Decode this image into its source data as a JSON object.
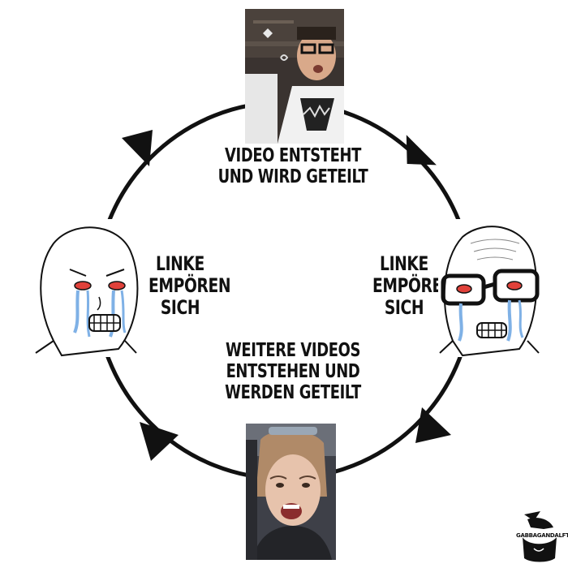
{
  "diagram": {
    "top_label": [
      "VIDEO ENTSTEHT",
      "UND WIRD GETEILT"
    ],
    "left_label": [
      "LINKE",
      "EMPÖREN",
      "SICH"
    ],
    "right_label": [
      "LINKE",
      "EMPÖREN",
      "SICH"
    ],
    "bottom_label": [
      "WEITERE VIDEOS",
      "ENTSTEHEN UND",
      "WERDEN GETEILT"
    ],
    "cycle_direction": "clockwise"
  },
  "watermark": {
    "text": "GABBAGANDALFTV"
  },
  "colors": {
    "ring": "#111111",
    "tears": "#7fb1e6",
    "eyes_red": "#e0413a",
    "background": "#ffffff"
  }
}
